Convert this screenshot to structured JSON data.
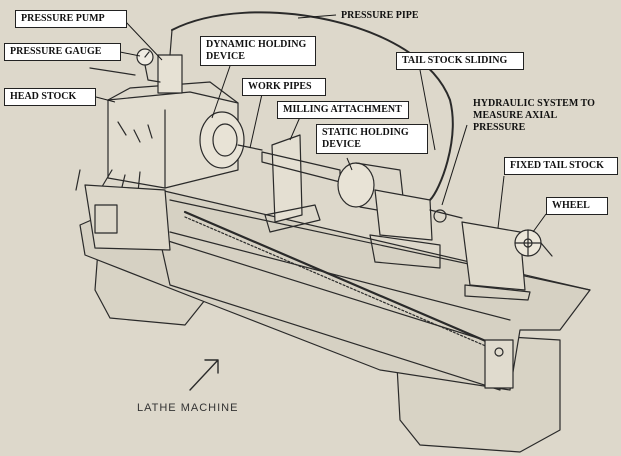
{
  "labels": {
    "pressure_pump": "PRESSURE PUMP",
    "pressure_gauge": "PRESSURE GAUGE",
    "head_stock": "HEAD STOCK",
    "dynamic_holding_device": "DYNAMIC HOLDING DEVICE",
    "pressure_pipe": "PRESSURE PIPE",
    "tail_stock_sliding": "TAIL STOCK SLIDING",
    "work_pipes": "WORK PIPES",
    "milling_attachment": "MILLING ATTACHMENT",
    "static_holding_device": "STATIC HOLDING DEVICE",
    "hydraulic_system": "HYDRAULIC SYSTEM TO MEASURE AXIAL PRESSURE",
    "fixed_tail_stock": "FIXED TAIL STOCK",
    "wheel": "WHEEL",
    "caption": "LATHE MACHINE"
  },
  "colors": {
    "paper": "#ddd8cb",
    "ink": "#2a2a2a",
    "label_bg": "#ffffff"
  }
}
